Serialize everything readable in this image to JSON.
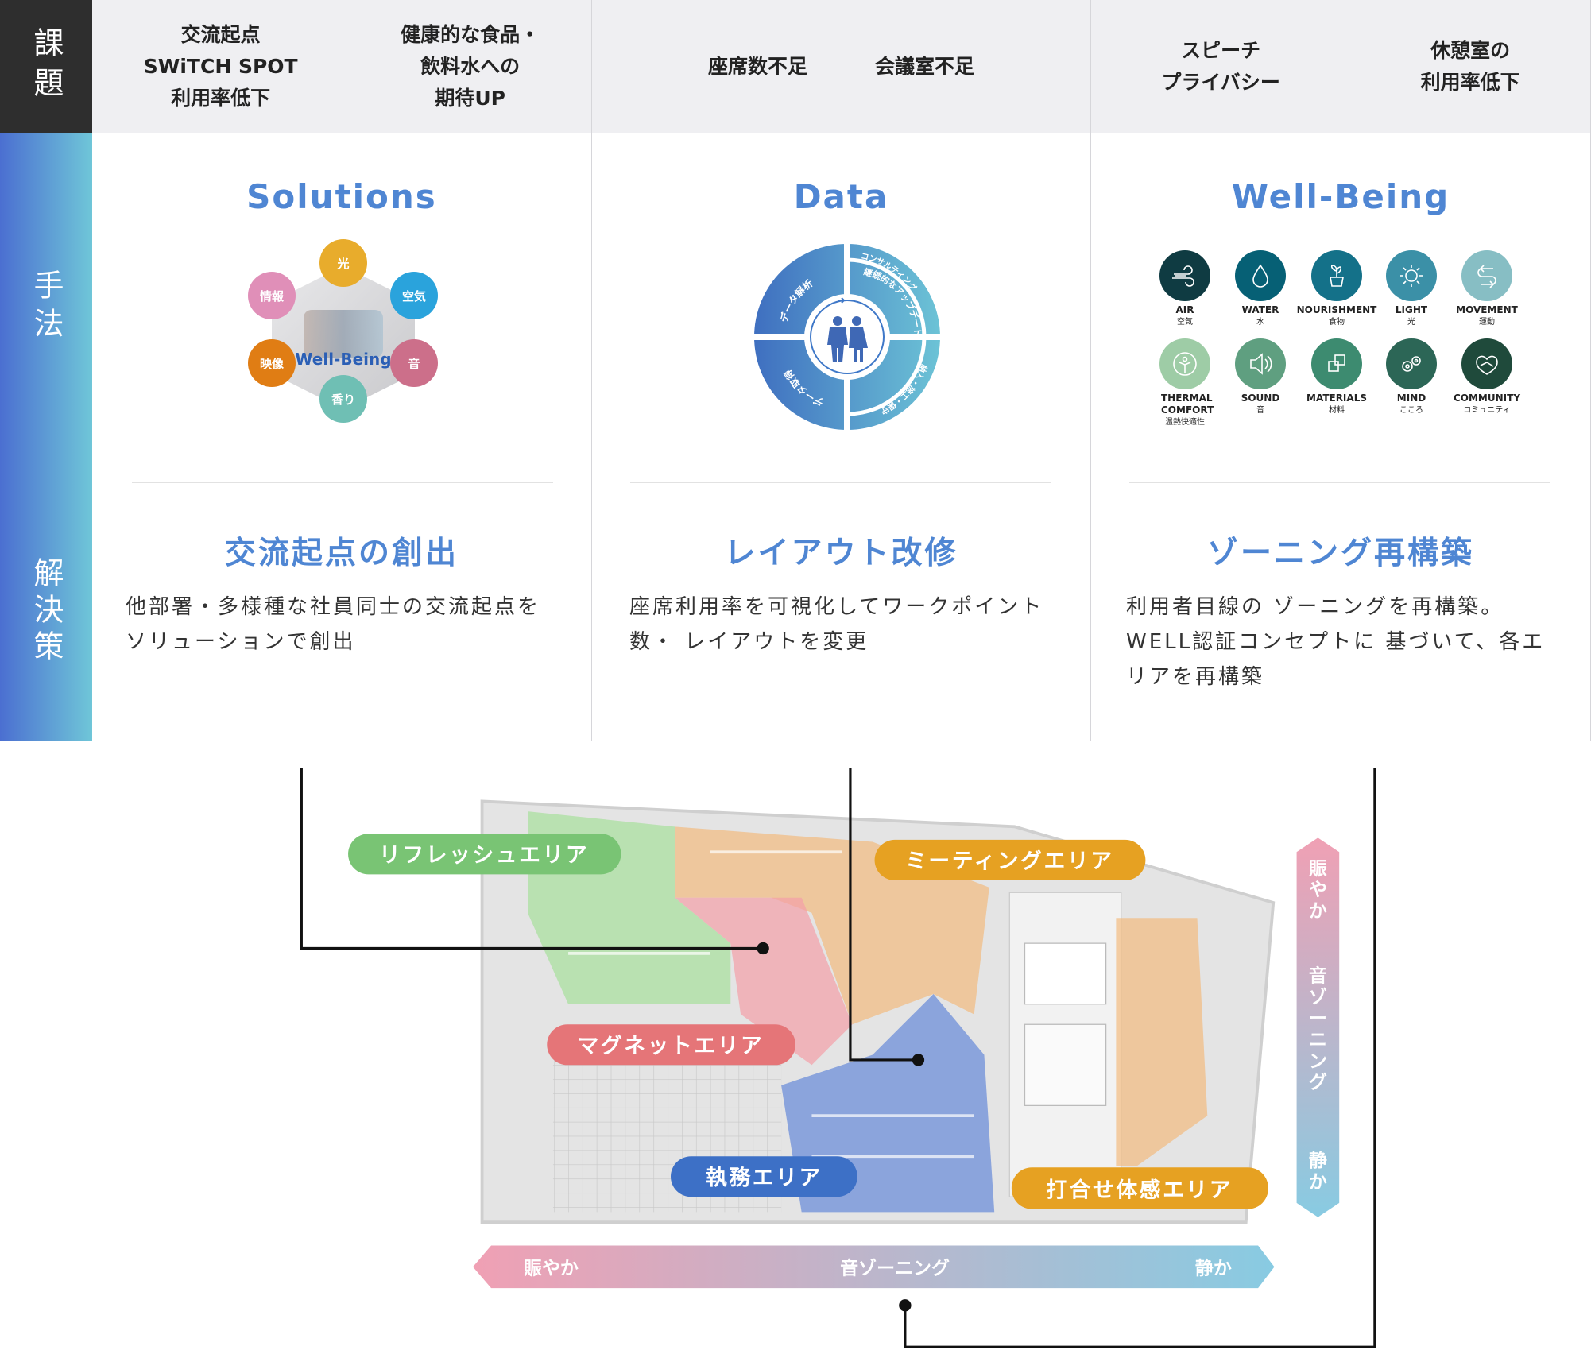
{
  "side": {
    "issues": "課題",
    "methods": "手法",
    "solutions": "解決策"
  },
  "issues": [
    {
      "items": [
        "交流起点\nSWiTCH SPOT\n利用率低下",
        "健康的な食品・\n飲料水への\n期待UP"
      ]
    },
    {
      "items": [
        "座席数不足",
        "会議室不足"
      ]
    },
    {
      "items": [
        "スピーチ\nプライバシー",
        "休憩室の\n利用率低下"
      ]
    }
  ],
  "methods": {
    "solutions": {
      "title": "Solutions",
      "center": "Well-Being",
      "bubbles": [
        {
          "label": "光",
          "color": "#e8ac2c"
        },
        {
          "label": "空気",
          "color": "#2aa3dc"
        },
        {
          "label": "音",
          "color": "#cc6f8a"
        },
        {
          "label": "香り",
          "color": "#6fbfb4"
        },
        {
          "label": "映像",
          "color": "#e07d14"
        },
        {
          "label": "情報",
          "color": "#e08fb8"
        }
      ]
    },
    "data": {
      "title": "Data",
      "segments": [
        "データ解析",
        "コンサルティング",
        "継続的なアップデート",
        "納入・施工・保守",
        "データ取得"
      ]
    },
    "wellbeing": {
      "title": "Well-Being",
      "icons": [
        {
          "name": "AIR",
          "jp": "空気",
          "icon": "wind",
          "color": "#0f3b42"
        },
        {
          "name": "WATER",
          "jp": "水",
          "icon": "drop",
          "color": "#066075"
        },
        {
          "name": "NOURISHMENT",
          "jp": "食物",
          "icon": "plant",
          "color": "#147189"
        },
        {
          "name": "LIGHT",
          "jp": "光",
          "icon": "sun",
          "color": "#3b90a7"
        },
        {
          "name": "MOVEMENT",
          "jp": "運動",
          "icon": "arrows",
          "color": "#87bec4"
        },
        {
          "name": "THERMAL COMFORT",
          "jp": "温熱快適性",
          "icon": "person",
          "color": "#9ecca6"
        },
        {
          "name": "SOUND",
          "jp": "音",
          "icon": "speaker",
          "color": "#5f9f80"
        },
        {
          "name": "MATERIALS",
          "jp": "材料",
          "icon": "squares",
          "color": "#3d8b70"
        },
        {
          "name": "MIND",
          "jp": "こころ",
          "icon": "gears",
          "color": "#2c6656"
        },
        {
          "name": "COMMUNITY",
          "jp": "コミュニティ",
          "icon": "handshake",
          "color": "#1f4a3b"
        }
      ]
    }
  },
  "solutions": [
    {
      "title": "交流起点の創出",
      "body": "他部署・多様種な社員同士の交流起点を\nソリューションで創出"
    },
    {
      "title": "レイアウト改修",
      "body": "座席利用率を可視化してワークポイント\n数・ レイアウトを変更"
    },
    {
      "title": "ゾーニング再構築",
      "body": "利用者目線の ゾーニングを再構築。\nWELL認証コンセプトに 基づいて、各エ\nリアを再構築"
    }
  ],
  "floor": {
    "areas": [
      {
        "label": "リフレッシュエリア",
        "color": "#79c474"
      },
      {
        "label": "ミーティングエリア",
        "color": "#e6a122"
      },
      {
        "label": "マグネットエリア",
        "color": "#e57578"
      },
      {
        "label": "執務エリア",
        "color": "#3d70c6"
      },
      {
        "label": "打合せ体感エリア",
        "color": "#e6a122"
      }
    ],
    "scale": {
      "loud": "賑やか",
      "label": "音ゾーニング",
      "quiet": "静か"
    },
    "vscale": {
      "loud": "賑\nや\nか",
      "label": "音\nゾ\nー\nニ\nン\nグ",
      "quiet": "静\nか"
    }
  }
}
